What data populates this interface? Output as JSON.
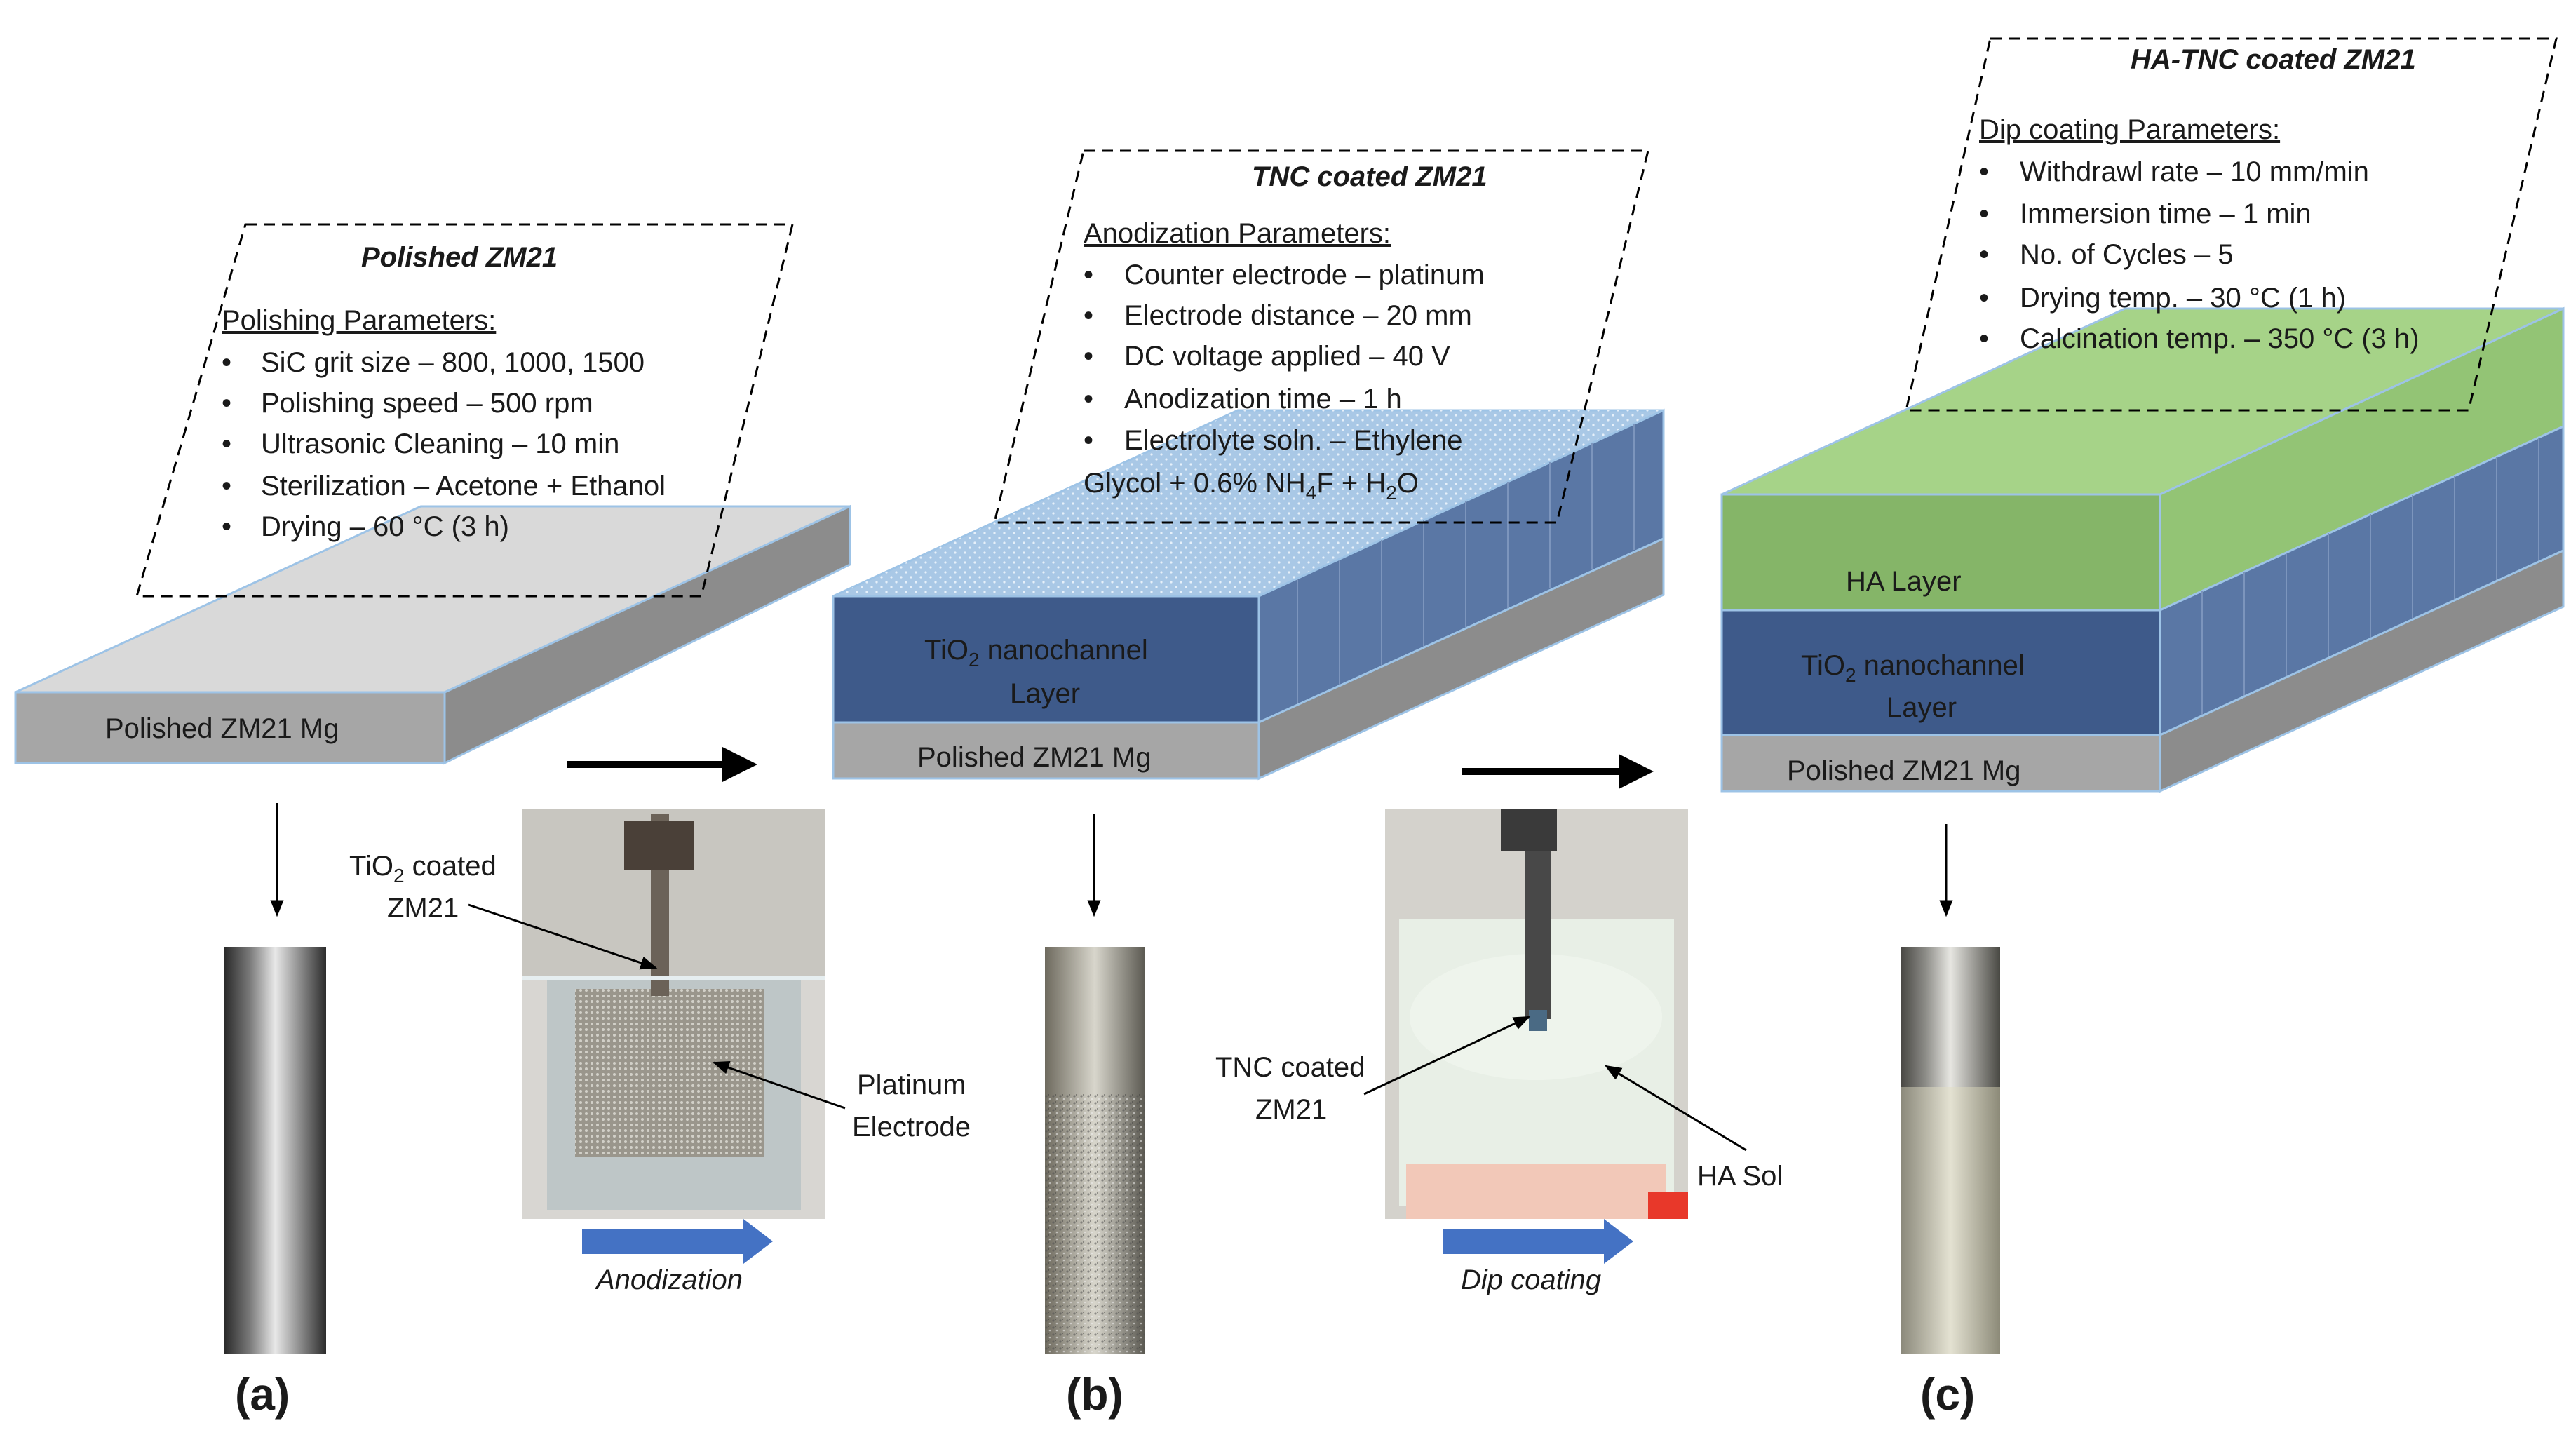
{
  "stages": {
    "a": {
      "label": "(a)",
      "title": "Polished ZM21",
      "params_heading": "Polishing Parameters:",
      "params": [
        "SiC grit size –  800, 1000, 1500",
        "Polishing speed  – 500 rpm",
        "Ultrasonic Cleaning – 10 min",
        "Sterilization – Acetone + Ethanol",
        "Drying – 60 °C (3 h)"
      ],
      "layer": "Polished ZM21 Mg"
    },
    "b": {
      "label": "(b)",
      "title": "TNC coated ZM21",
      "params_heading": "Anodization Parameters:",
      "params": [
        "Counter electrode – platinum",
        "Electrode distance – 20 mm",
        "DC voltage applied – 40 V",
        "Anodization time – 1 h",
        "Electrolyte soln. – Ethylene"
      ],
      "params_continued": [
        "Glycol + 0.6% NH",
        "4",
        "F + H",
        "2",
        "O"
      ],
      "layer_top": [
        "TiO",
        "2",
        " nanochannel"
      ],
      "layer_top_line2": "Layer",
      "layer_bottom": "Polished ZM21 Mg"
    },
    "c": {
      "label": "(c)",
      "title": "HA-TNC coated ZM21",
      "params_heading": "Dip coating Parameters:",
      "params": [
        "Withdrawl rate – 10 mm/min",
        "Immersion time – 1 min",
        "No. of Cycles – 5",
        "Drying temp. – 30 °C (1 h)",
        "Calcination temp. – 350 °C (3 h)"
      ],
      "layer_ha": "HA Layer",
      "layer_mid": [
        "TiO",
        "2",
        " nanochannel"
      ],
      "layer_mid_line2": "Layer",
      "layer_bottom": "Polished ZM21 Mg"
    }
  },
  "photos": {
    "anodization": {
      "tio2_label": [
        "TiO",
        "2",
        " coated"
      ],
      "tio2_label_line2": "ZM21",
      "electrode_label_1": "Platinum",
      "electrode_label_2": "Electrode",
      "process": "Anodization"
    },
    "dip": {
      "tnc_label_1": "TNC coated",
      "tnc_label_2": "ZM21",
      "sol_label": "HA Sol",
      "process": "Dip coating"
    }
  },
  "colors": {
    "grey_top": "#d9d9d9",
    "grey_front": "#a6a6a6",
    "grey_side": "#8c8c8c",
    "blue_top": "#a9c8e6",
    "blue_front": "#3e5a8a",
    "blue_side": "#5a77a5",
    "green_top": "#a6d388",
    "green_front": "#85b568",
    "green_side": "#93c475",
    "arrow_blue": "#4472c4"
  }
}
